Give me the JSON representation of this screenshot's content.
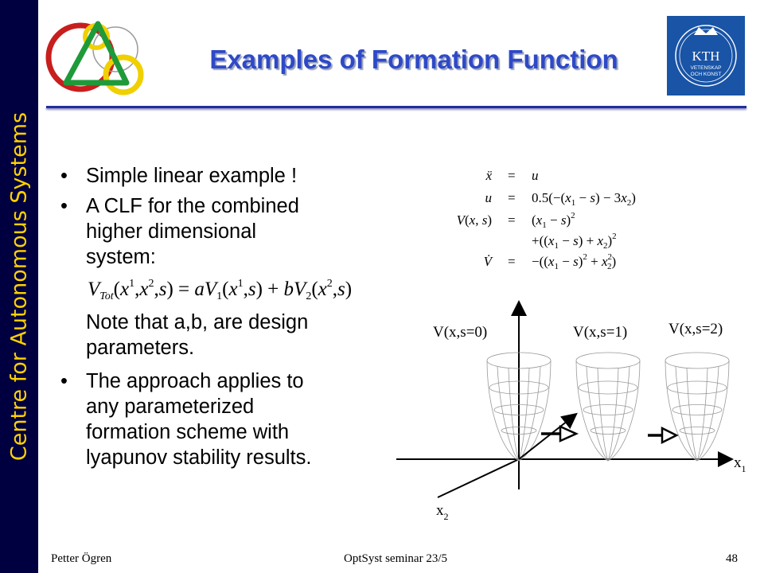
{
  "sidebar": {
    "label": "Centre for Autonomous Systems"
  },
  "header": {
    "title": "Examples of Formation Function"
  },
  "kth_logo": {
    "line1": "KTH",
    "line2": "VETENSKAP",
    "line3": "OCH KONST"
  },
  "bullets": [
    {
      "text": "Simple linear example !"
    },
    {
      "text_lines": [
        "A CLF for the combined",
        "higher dimensional",
        "system:"
      ]
    }
  ],
  "note_lines": [
    "Note that a,b, are design",
    "parameters."
  ],
  "bullet_last": {
    "text_lines": [
      "The approach applies to",
      "any parameterized",
      "formation scheme with",
      "lyapunov stability results."
    ]
  },
  "figure": {
    "labels": [
      "V(x,s=0)",
      "V(x,s=1)",
      "V(x,s=2)"
    ],
    "axis_x1": "x",
    "axis_x1_sub": "1",
    "axis_x2": "x",
    "axis_x2_sub": "2"
  },
  "footer": {
    "author": "Petter Ögren",
    "event": "OptSyst seminar 23/5",
    "page": "48"
  },
  "colors": {
    "sidebar": "#000040",
    "sidebar_text": "#ffd200",
    "title": "#2e49c8",
    "kth_blue": "#1954a6"
  }
}
